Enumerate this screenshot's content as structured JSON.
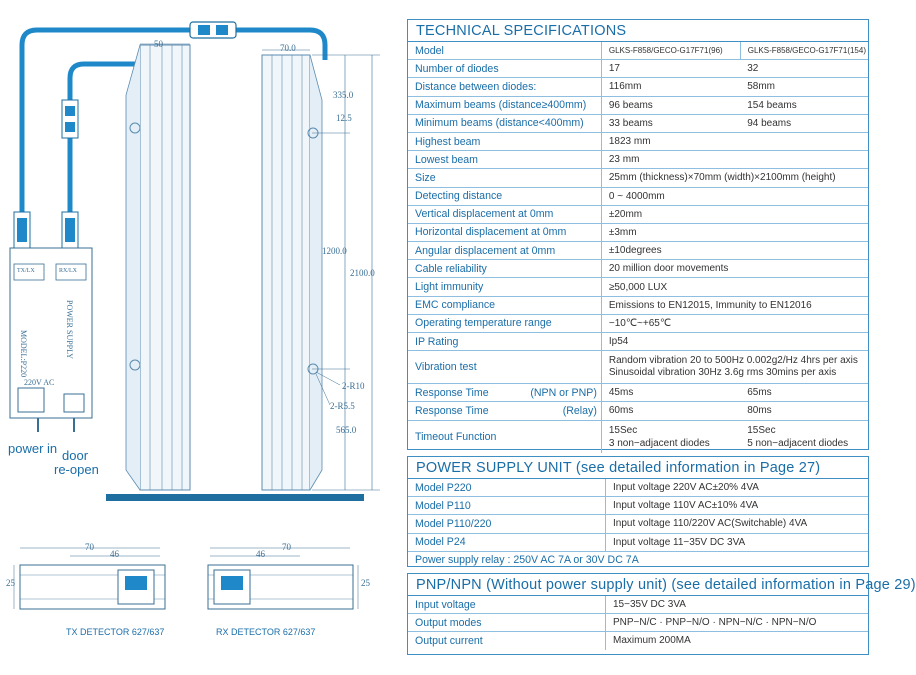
{
  "drawing": {
    "dims": {
      "width_50": "50",
      "width_70": "70.0",
      "d335": "335.0",
      "d12_5": "12.5",
      "d1200": "1200.0",
      "d2100": "2100.0",
      "r10": "2-R10",
      "r5_5": "2-R5.5",
      "d565": "565.0",
      "tx_70": "70",
      "tx_46": "46",
      "tx_25": "25",
      "rx_70": "70",
      "rx_46": "46",
      "rx_25": "25"
    },
    "box_model": "MODEL:P220",
    "box_supply": "POWER SUPPLY",
    "box_terms": "220V AC",
    "box_tx": "TX/LX",
    "box_rx": "RX/LX",
    "label_power_in": "power in",
    "label_door_line1": "door",
    "label_door_line2": "re-open",
    "tx_caption": "TX DETECTOR 627/637",
    "rx_caption": "RX DETECTOR 627/637"
  },
  "tech": {
    "title": "TECHNICAL SPECIFICATIONS",
    "header_row": {
      "label": "Model",
      "v1": "GLKS-F858/GECO-G17F71(96)",
      "v2": "GLKS-F858/GECO-G17F71(154)"
    },
    "rows": [
      {
        "label": "Number of diodes",
        "v1": "17",
        "v2": "32"
      },
      {
        "label": "Distance between diodes:",
        "v1": "116mm",
        "v2": "58mm"
      },
      {
        "label": "Maximum beams (distance≥400mm)",
        "v1": "96  beams",
        "v2": "154  beams"
      },
      {
        "label": "Minimum beams (distance<400mm)",
        "v1": "33 beams",
        "v2": "94 beams"
      },
      {
        "label": "Highest beam",
        "v": "1823 mm"
      },
      {
        "label": "Lowest beam",
        "v": "23 mm"
      },
      {
        "label": "Size",
        "v": "25mm (thickness)×70mm (width)×2100mm (height)"
      },
      {
        "label": "Detecting distance",
        "v": "0 ~ 4000mm"
      },
      {
        "label": "Vertical displacement at 0mm",
        "v": "±20mm"
      },
      {
        "label": "Horizontal displacement at 0mm",
        "v": "±3mm"
      },
      {
        "label": "Angular displacement at 0mm",
        "v": "±10degrees"
      },
      {
        "label": "Cable reliability",
        "v": "20 million door movements"
      },
      {
        "label": "Light immunity",
        "v": "≥50,000 LUX"
      },
      {
        "label": "EMC compliance",
        "v": "Emissions to EN12015, Immunity to EN12016"
      },
      {
        "label": "Operating temperature range",
        "v": "−10℃~+65℃"
      },
      {
        "label": "IP Rating",
        "v": "Ip54"
      }
    ],
    "vibration": {
      "label": "Vibration test",
      "line1": "Random vibration 20 to 500Hz 0.002g2/Hz 4hrs per axis",
      "line2": "Sinusoidal vibration 30Hz 3.6g rms 30mins per axis"
    },
    "response": [
      {
        "label": "Response Time",
        "qual": "(NPN or PNP)",
        "v1": "45ms",
        "v2": "65ms"
      },
      {
        "label": "Response Time",
        "qual": "(Relay)",
        "v1": "60ms",
        "v2": "80ms"
      }
    ],
    "timeout": {
      "label": "Timeout Function",
      "v1a": "15Sec",
      "v1b": "3 non−adjacent diodes",
      "v2a": "15Sec",
      "v2b": "5 non−adjacent diodes"
    }
  },
  "psu": {
    "title": "POWER SUPPLY UNIT (see detailed information in Page 27)",
    "rows": [
      {
        "label": "Model P220",
        "v": "Input voltage 220V AC±20%   4VA"
      },
      {
        "label": "Model P110",
        "v": "Input voltage 110V AC±10%   4VA"
      },
      {
        "label": "Model P110/220",
        "v": "Input voltage 110/220V AC(Switchable)    4VA"
      },
      {
        "label": "Model P24",
        "v": "Input voltage 11−35V DC 3VA"
      }
    ],
    "relay": "Power supply relay : 250V AC  7A or 30V DC 7A"
  },
  "pnp": {
    "title": "PNP/NPN (Without power supply unit)  (see detailed information in Page 29)",
    "rows": [
      {
        "label": "Input voltage",
        "v": "15−35V DC  3VA"
      },
      {
        "label": "Output modes",
        "v": "PNP−N/C · PNP−N/O · NPN−N/C · NPN−N/O"
      },
      {
        "label": "Output current",
        "v": "Maximum 200MA"
      }
    ]
  },
  "colors": {
    "accent": "#1a6ea8",
    "cable": "#1e88c8",
    "border": "#3f8fc4"
  }
}
